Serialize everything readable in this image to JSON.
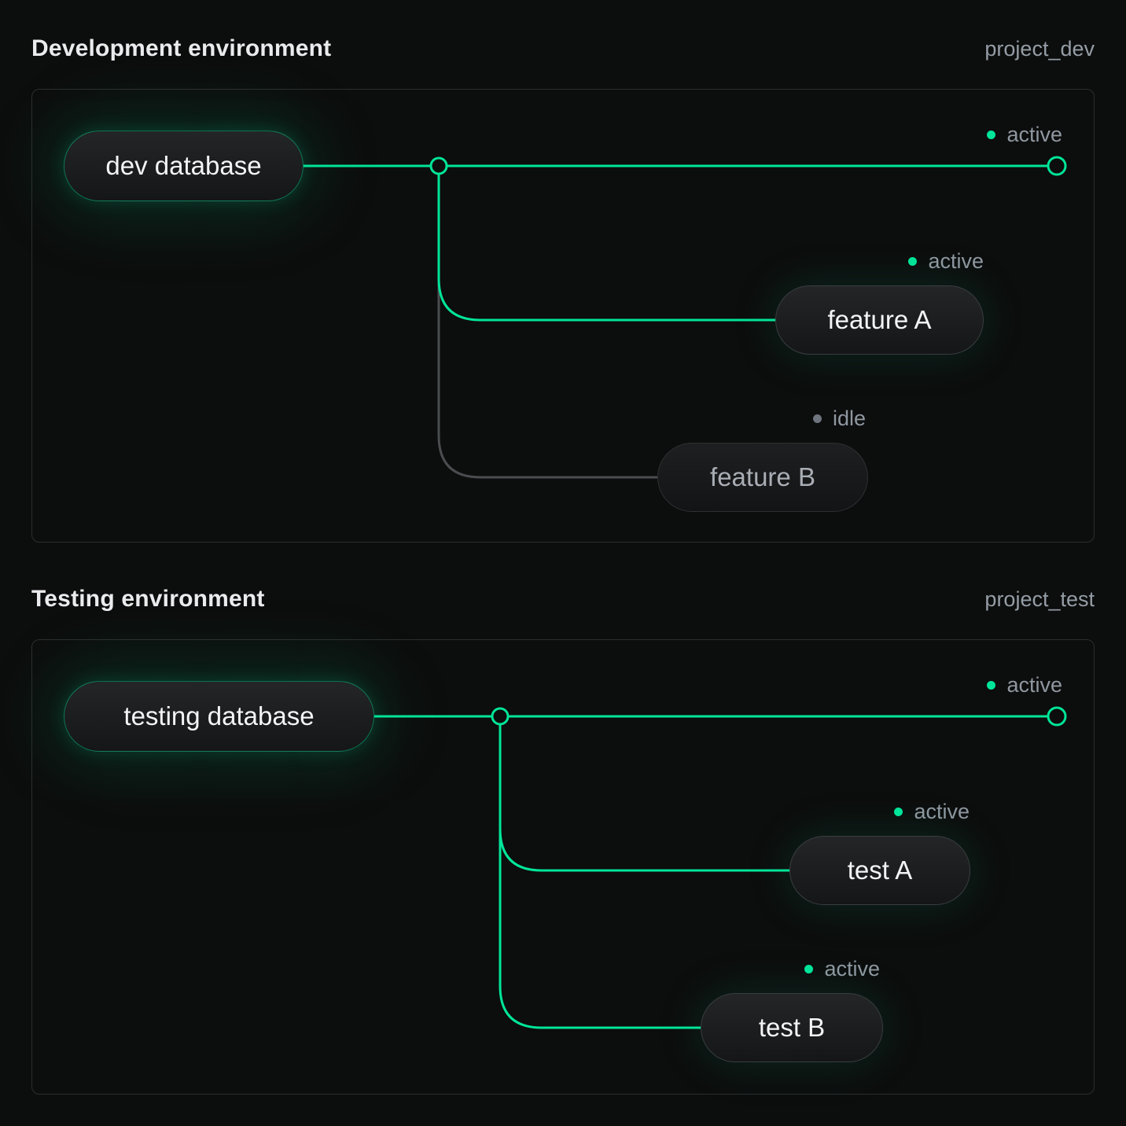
{
  "colors": {
    "accent": "#00e599",
    "idle_line": "#4a4d4f",
    "idle_dot": "#6e757e",
    "panel_border": "#2c2d2f",
    "background": "#0c0d0d"
  },
  "sections": [
    {
      "title": "Development environment",
      "project": "project_dev",
      "database": {
        "label": "dev database"
      },
      "trunk": {
        "status": "active"
      },
      "branches": [
        {
          "label": "feature A",
          "status": "active"
        },
        {
          "label": "feature B",
          "status": "idle"
        }
      ]
    },
    {
      "title": "Testing environment",
      "project": "project_test",
      "database": {
        "label": "testing database"
      },
      "trunk": {
        "status": "active"
      },
      "branches": [
        {
          "label": "test A",
          "status": "active"
        },
        {
          "label": "test B",
          "status": "active"
        }
      ]
    }
  ]
}
